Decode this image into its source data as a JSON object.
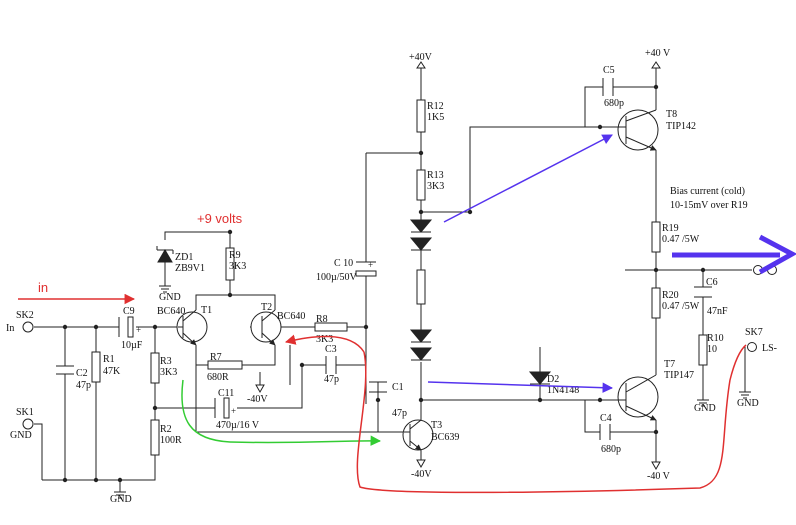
{
  "annotations": {
    "in_label": "in",
    "plus9_label": "+9 volts",
    "bias_line1": "Bias current (cold)",
    "bias_line2": "10-15mV over R19",
    "colors": {
      "red": "#e03030",
      "green": "#33cc33",
      "blue": "#5533ee"
    }
  },
  "rails": {
    "pos40_left": "+40V",
    "pos40_right": "+40 V",
    "neg40_t2": "-40V",
    "neg40_t3": "-40V",
    "neg40_t7": "-40 V"
  },
  "connectors": {
    "sk2_name": "SK2",
    "sk2_pin": "In",
    "sk1_name": "SK1",
    "sk1_pin": "GND",
    "sk7_name": "SK7",
    "sk7_pin": "LS-"
  },
  "grounds": {
    "zd1": "GND",
    "main": "GND",
    "r10": "GND",
    "sk7": "GND"
  },
  "components": {
    "c9": {
      "name": "C9",
      "value": "10µF"
    },
    "c2": {
      "name": "C2",
      "value": "47p"
    },
    "r1": {
      "name": "R1",
      "value": "47K"
    },
    "r3": {
      "name": "R3",
      "value": "3K3"
    },
    "r2": {
      "name": "R2",
      "value": "100R"
    },
    "t1": {
      "name": "T1",
      "type": "BC640"
    },
    "t2": {
      "name": "T2",
      "type": "BC640"
    },
    "zd1": {
      "name": "ZD1",
      "value": "ZB9V1"
    },
    "r9": {
      "name": "R9",
      "value": "3K3"
    },
    "r7": {
      "name": "R7",
      "value": "680R"
    },
    "c11": {
      "name": "C11",
      "value": "470µ/16 V"
    },
    "r8": {
      "name": "R8",
      "value": "3K3"
    },
    "c3": {
      "name": "C3",
      "value": "47p"
    },
    "c10": {
      "name": "C 10",
      "value": "100µ/50V"
    },
    "r12": {
      "name": "R12",
      "value": "1K5"
    },
    "r13": {
      "name": "R13",
      "value": "3K3"
    },
    "c1": {
      "name": "C1",
      "value": "47p"
    },
    "t3": {
      "name": "T3",
      "type": "BC639"
    },
    "d2": {
      "name": "D2",
      "value": "1N4148"
    },
    "c5": {
      "name": "C5",
      "value": "680p"
    },
    "t8": {
      "name": "T8",
      "type": "TIP142"
    },
    "r19": {
      "name": "R19",
      "value": "0.47 /5W"
    },
    "r20": {
      "name": "R20",
      "value": "0.47 /5W"
    },
    "c6": {
      "name": "C6",
      "value": "47nF"
    },
    "r10": {
      "name": "R10",
      "value": "10"
    },
    "t7": {
      "name": "T7",
      "type": "TIP147"
    },
    "c4": {
      "name": "C4",
      "value": "680p"
    }
  }
}
